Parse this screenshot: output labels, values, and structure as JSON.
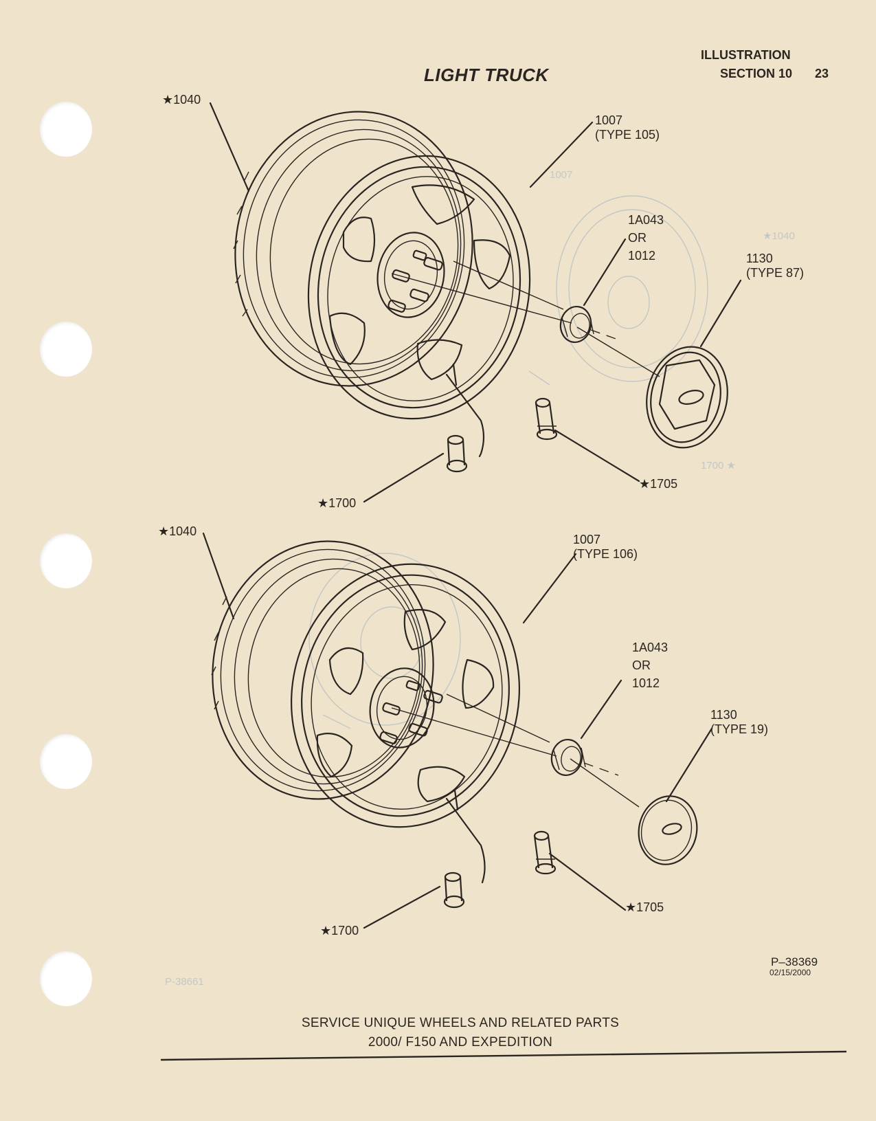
{
  "header": {
    "illustration": "ILLUSTRATION",
    "section": "SECTION 10",
    "page_number": "23",
    "title": "LIGHT TRUCK"
  },
  "diagram_top": {
    "tire": "★1040",
    "wheel_line1": "1007",
    "wheel_line2": "(TYPE 105)",
    "nut_line1": "1A043",
    "nut_line2": "OR",
    "nut_line3": "1012",
    "cap_line1": "1130",
    "cap_line2": "(TYPE 87)",
    "weight": "★1700",
    "valve": "★1705"
  },
  "diagram_bottom": {
    "tire": "★1040",
    "wheel_line1": "1007",
    "wheel_line2": "(TYPE 106)",
    "nut_line1": "1A043",
    "nut_line2": "OR",
    "nut_line3": "1012",
    "cap_line1": "1130",
    "cap_line2": "(TYPE 19)",
    "weight": "★1700",
    "valve": "★1705"
  },
  "footer": {
    "ref": "P–38369",
    "date": "02/15/2000",
    "caption_line1": "SERVICE UNIQUE WHEELS AND RELATED PARTS",
    "caption_line2": "2000/ F150 AND EXPEDITION"
  },
  "colors": {
    "paper": "#efe3cb",
    "ink": "#2a2520",
    "bleed_through": "#9fb0bd"
  }
}
